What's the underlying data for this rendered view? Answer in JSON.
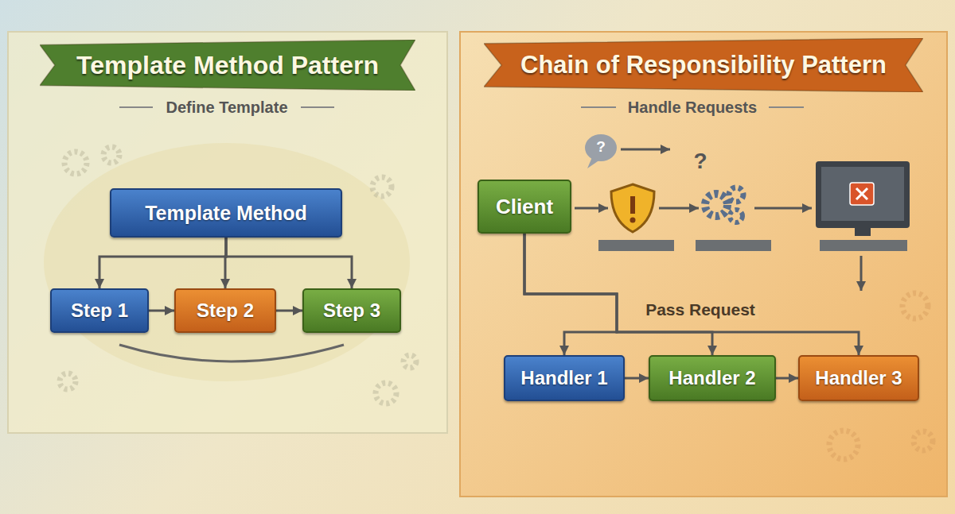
{
  "diagram": {
    "nodes": [
      {
        "text": [
          "Template Method Pattern"
        ]
      },
      {
        "text": [
          "Template Method"
        ]
      },
      {
        "text": [
          "Step 1"
        ]
      },
      {
        "text": [
          "Step 2"
        ]
      },
      {
        "text": [
          "Step 3"
        ]
      },
      {
        "text": [
          "Chain of Responsibility Pattern"
        ]
      },
      {
        "text": [
          "Client"
        ]
      },
      {
        "text": [
          "Handler 1"
        ]
      },
      {
        "text": [
          "Handler 2"
        ]
      },
      {
        "text": [
          "Handler 3"
        ]
      }
    ],
    "edges": [
      {
        "from": 1,
        "to": 2,
        "arrow": "to"
      },
      {
        "from": 1,
        "to": 3,
        "arrow": "to"
      },
      {
        "from": 1,
        "to": 4,
        "arrow": "to"
      },
      {
        "from": 2,
        "to": 3,
        "arrow": "to"
      },
      {
        "from": 3,
        "to": 4,
        "arrow": "to"
      },
      {
        "from": 6,
        "to": 7,
        "arrow": "to"
      },
      {
        "from": 6,
        "to": 8,
        "arrow": "to"
      },
      {
        "from": 6,
        "to": 9,
        "arrow": "to"
      },
      {
        "from": 7,
        "to": 8,
        "arrow": "to"
      },
      {
        "from": 8,
        "to": 9,
        "arrow": "to"
      }
    ],
    "labels": [
      "Define Template",
      "Handle Requests",
      "?",
      "?",
      "Pass Request"
    ]
  }
}
